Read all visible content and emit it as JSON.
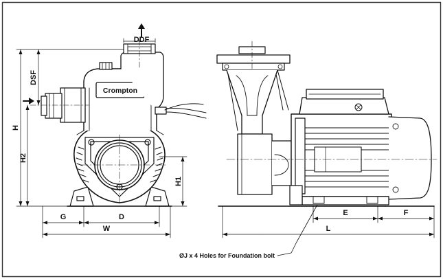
{
  "brand": "Crompton",
  "labels": {
    "ddf": "DDF",
    "dsf": "DSF",
    "h": "H",
    "h2": "H2",
    "h1": "H1",
    "g": "G",
    "d": "D",
    "w": "W",
    "e": "E",
    "f": "F",
    "l": "L"
  },
  "note": "ØJ x 4 Holes for Foundation bolt",
  "colors": {
    "line": "#111111",
    "frame": "#333333",
    "background": "#ffffff"
  }
}
